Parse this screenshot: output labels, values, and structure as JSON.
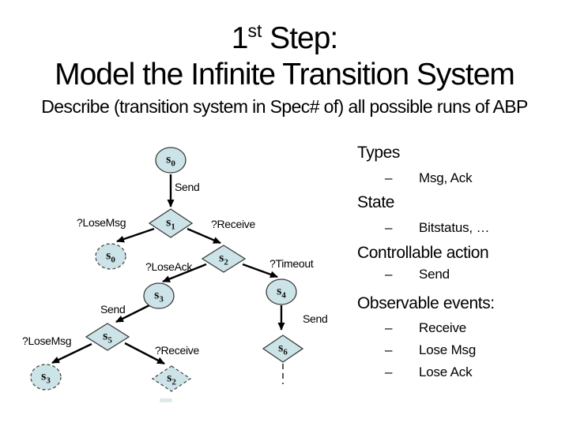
{
  "title": {
    "line1_num": "1",
    "line1_sup": "st",
    "line1_rest": " Step:",
    "line2": "Model the Infinite Transition System"
  },
  "subtitle": "Describe (transition system in Spec# of) all possible runs of ABP",
  "diagram": {
    "node_fill": "#cce4e8",
    "nodes": [
      {
        "id": "s0-top",
        "base": "s",
        "sub": "0",
        "shape": "ellipse",
        "style": "solid"
      },
      {
        "id": "s1",
        "base": "s",
        "sub": "1",
        "shape": "diamond",
        "style": "solid"
      },
      {
        "id": "s0-dashed",
        "base": "s",
        "sub": "0",
        "shape": "ellipse",
        "style": "dashed"
      },
      {
        "id": "s2",
        "base": "s",
        "sub": "2",
        "shape": "diamond",
        "style": "solid"
      },
      {
        "id": "s3",
        "base": "s",
        "sub": "3",
        "shape": "ellipse",
        "style": "solid"
      },
      {
        "id": "s4",
        "base": "s",
        "sub": "4",
        "shape": "ellipse",
        "style": "solid"
      },
      {
        "id": "s5",
        "base": "s",
        "sub": "5",
        "shape": "diamond",
        "style": "solid"
      },
      {
        "id": "s3-dashed",
        "base": "s",
        "sub": "3",
        "shape": "ellipse",
        "style": "dashed"
      },
      {
        "id": "s2-dashed",
        "base": "s",
        "sub": "2",
        "shape": "diamond",
        "style": "dashed"
      },
      {
        "id": "s6",
        "base": "s",
        "sub": "6",
        "shape": "diamond",
        "style": "solid"
      }
    ],
    "edge_labels": {
      "send_top": "Send",
      "lose_msg_upper": "?LoseMsg",
      "receive_upper": "?Receive",
      "lose_ack": "?LoseAck",
      "timeout": "?Timeout",
      "send_mid": "Send",
      "lose_msg_lower": "?LoseMsg",
      "receive_lower": "?Receive",
      "send_right": "Send"
    }
  },
  "right_col": {
    "bullet": "–",
    "sections": [
      {
        "heading": "Types",
        "items": [
          "Msg, Ack"
        ]
      },
      {
        "heading": "State",
        "items": [
          "Bitstatus, …"
        ]
      },
      {
        "heading": "Controllable action",
        "items": [
          "Send"
        ]
      },
      {
        "heading": "Observable events:",
        "items": [
          "Receive",
          "Lose Msg",
          "Lose Ack"
        ]
      }
    ]
  }
}
